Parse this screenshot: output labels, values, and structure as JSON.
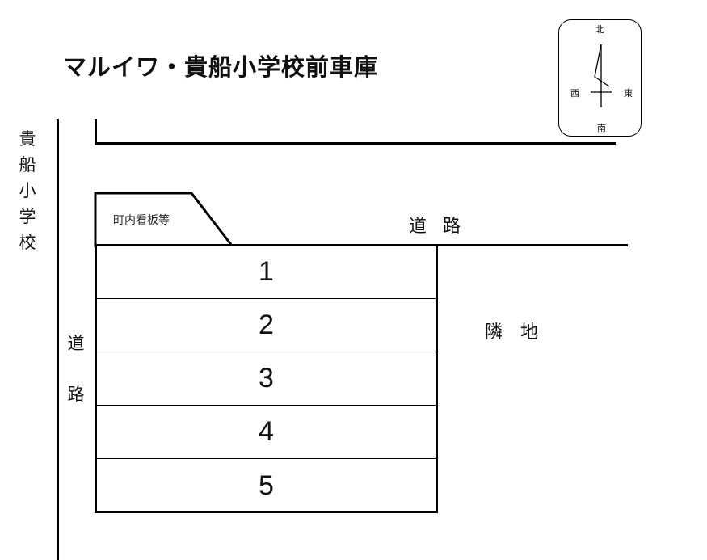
{
  "title": "マルイワ・貴船小学校前車庫",
  "compass": {
    "north": "北",
    "south": "南",
    "east": "東",
    "west": "西"
  },
  "labels": {
    "school_vertical": [
      "貴",
      "船",
      "小",
      "学",
      "校"
    ],
    "road_left_vertical": [
      "道",
      "路"
    ],
    "road_top": "道路",
    "neighbor": "隣地",
    "sign": "町内看板等"
  },
  "parking_spaces": [
    {
      "number": "1"
    },
    {
      "number": "2"
    },
    {
      "number": "3"
    },
    {
      "number": "4"
    },
    {
      "number": "5"
    }
  ]
}
